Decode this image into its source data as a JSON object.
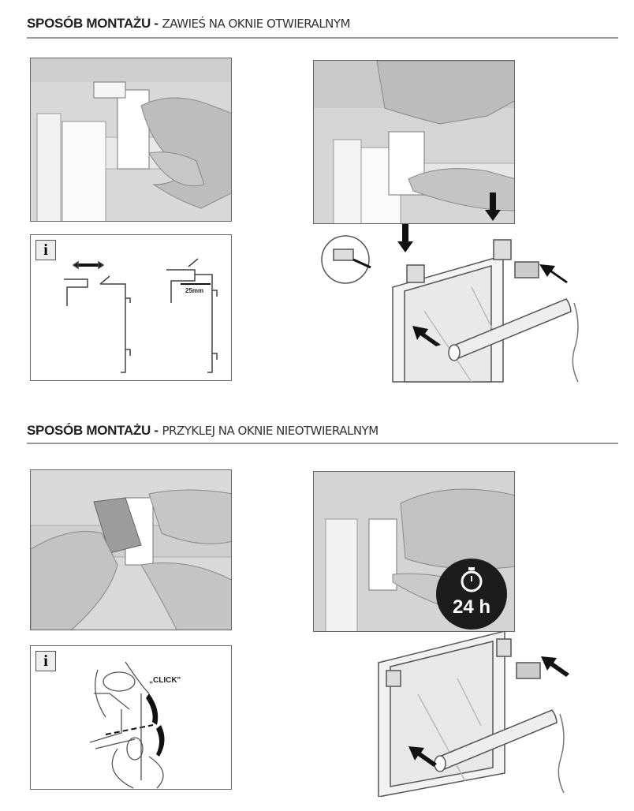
{
  "section1": {
    "title_bold": "SPOSÓB MONTAŻU -",
    "title_light": "ZAWIEŚ NA OKNIE OTWIERALNYM"
  },
  "section1_info": {
    "info_symbol": "i",
    "measure_label": "25mm"
  },
  "section2": {
    "title_bold": "SPOSÓB MONTAŻU -",
    "title_light": "PRZYKLEJ NA OKNIE NIEOTWIERALNYM"
  },
  "section2_info": {
    "info_symbol": "i",
    "click_label": "„CLICK\""
  },
  "timer_badge": {
    "label": "24 h",
    "icon": "stopwatch-icon"
  }
}
